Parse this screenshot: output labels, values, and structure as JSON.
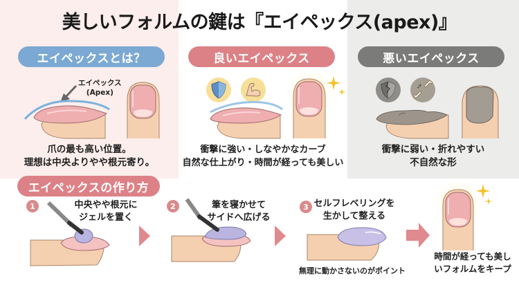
{
  "title": "美しいフォルムの鍵は『エイペックス(apex)』",
  "colors": {
    "blue_pill": "#7ba9d3",
    "pink_pill": "#dc8287",
    "gray_pill": "#7b7b79",
    "skin": "#f5d0b0",
    "nail_pink": "#f0aeb0",
    "gel": "#c4c0e4",
    "arrow": "#df8a8e",
    "sparkle": "#f5c22e"
  },
  "panels": {
    "what": {
      "heading": "エイペックスとは？",
      "apex_label_line1": "エイペックス",
      "apex_label_line2": "(Apex)",
      "caption_line1": "爪の最も高い位置。",
      "caption_line2": "理想は中央よりやや根元寄り。"
    },
    "good": {
      "heading": "良いエイペックス",
      "icons": [
        "shield-icon",
        "flexed-arm-icon",
        "sparkle-icon"
      ],
      "caption_line1": "衝撃に強い・しなやかなカーブ",
      "caption_line2": "自然な仕上がり・時間が経っても美しい"
    },
    "bad": {
      "heading": "悪いエイペックス",
      "icons": [
        "cracked-shield-icon",
        "broken-bone-icon"
      ],
      "caption_line1": "衝撃に弱い・折れやすい",
      "caption_line2": "不自然な形"
    }
  },
  "how_to": {
    "heading": "エイペックスの作り方",
    "steps": [
      {
        "number": "1",
        "line1": "中央やや根元に",
        "line2": "ジェルを置く"
      },
      {
        "number": "2",
        "line1": "筆を寝かせて",
        "line2": "サイドへ広げる"
      },
      {
        "number": "3",
        "line1": "セルフレベリングを",
        "line2": "生かして整える",
        "note": "無理に動かさないのがポイント"
      }
    ],
    "result": {
      "line1": "時間が経っても美し",
      "line2": "いフォルムをキープ"
    }
  }
}
